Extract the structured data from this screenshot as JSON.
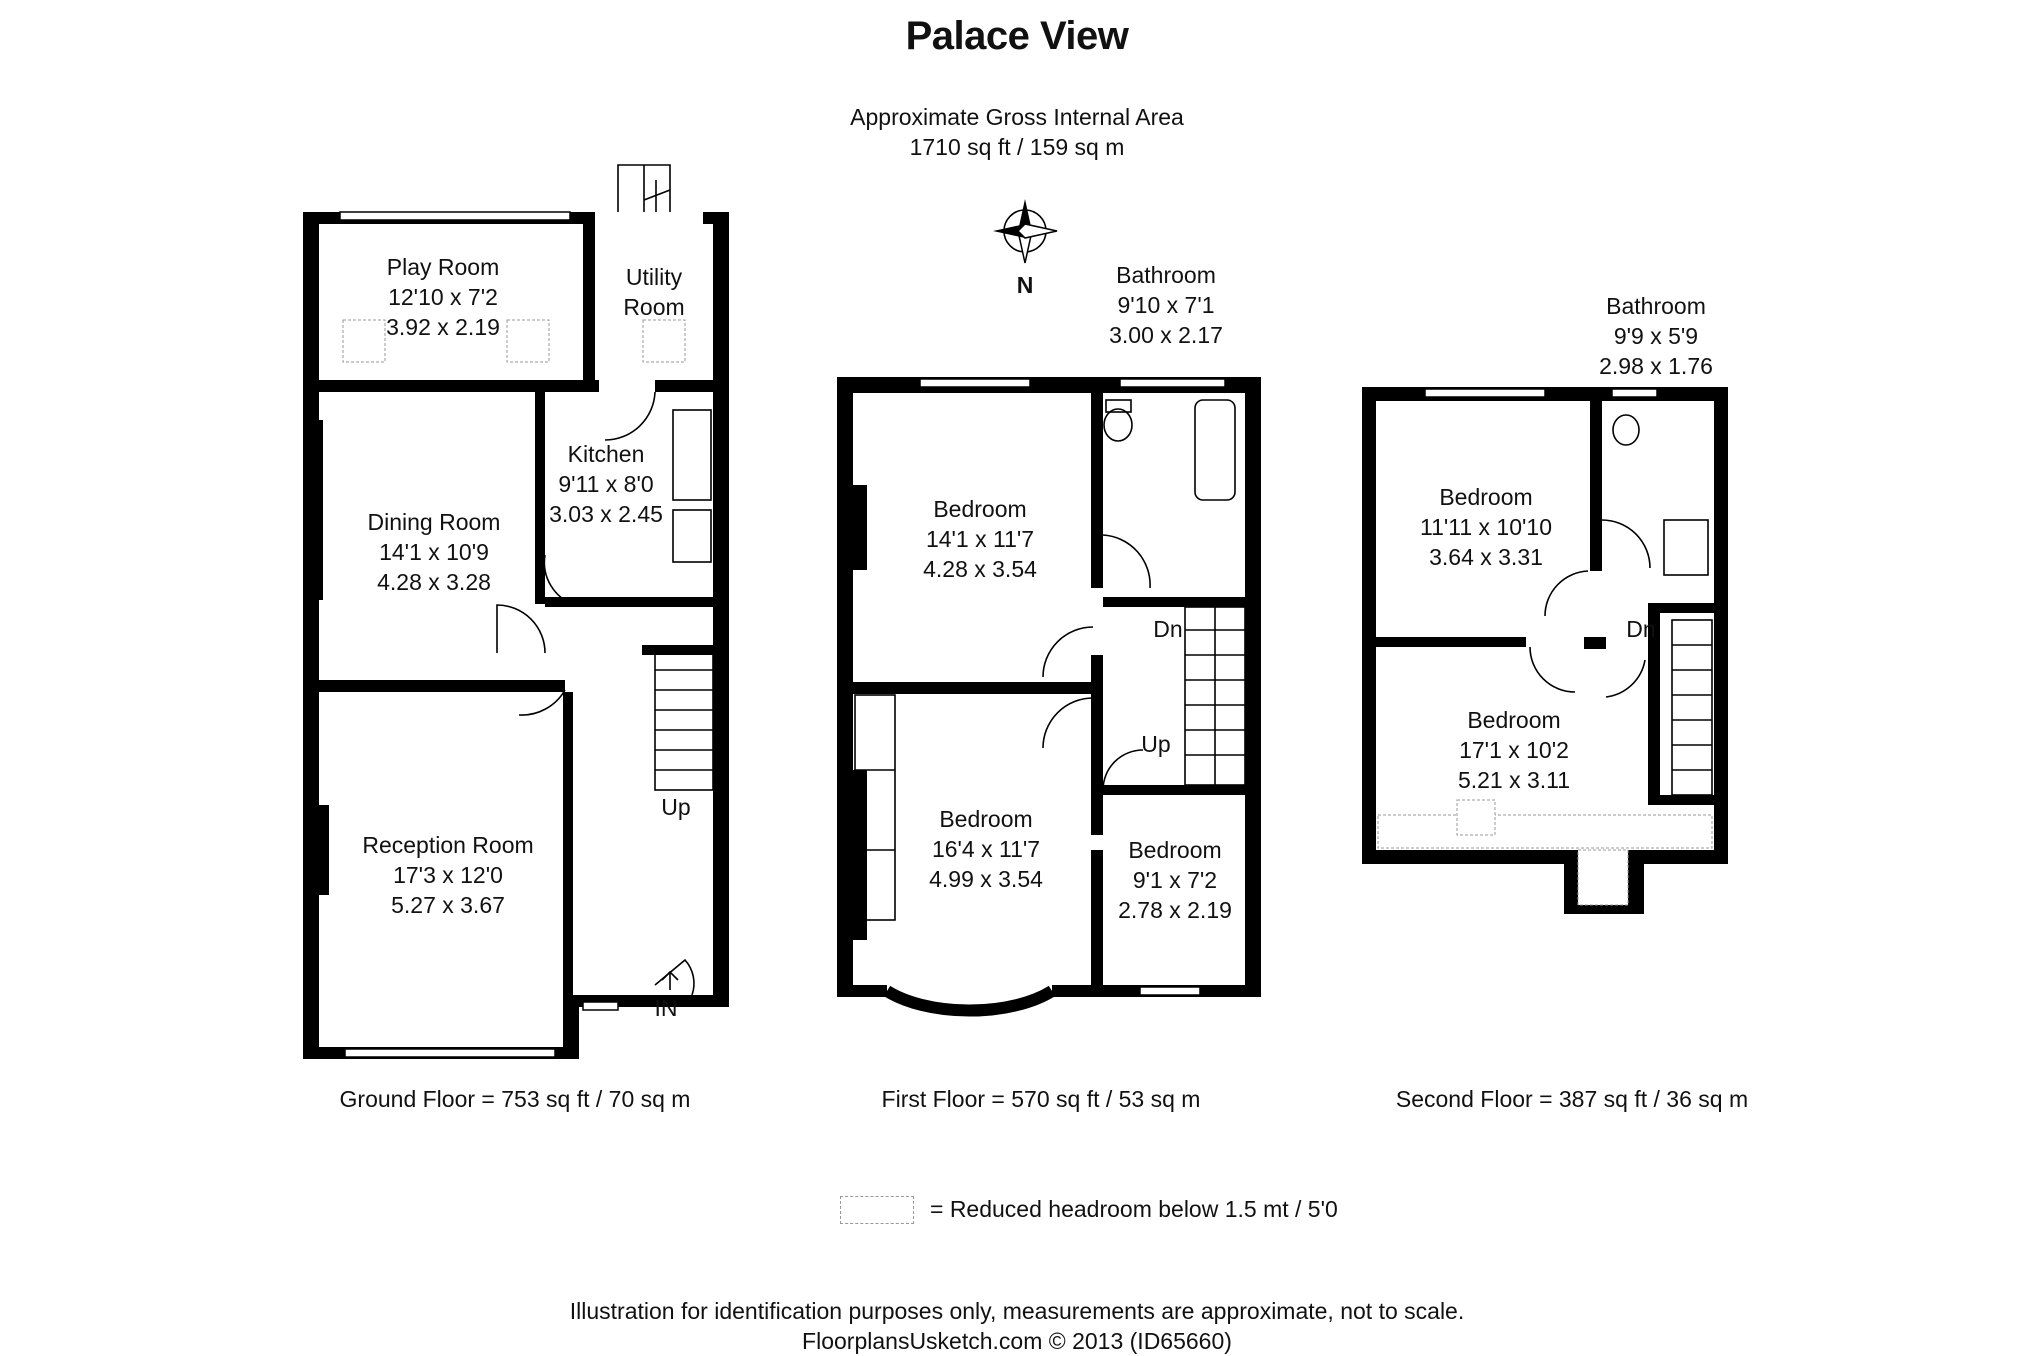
{
  "title": "Palace View",
  "gross_area": {
    "line1": "Approximate Gross Internal Area",
    "line2": "1710 sq ft / 159 sq m"
  },
  "compass": {
    "label": "N"
  },
  "floors": {
    "ground": {
      "label": "Ground Floor = 753 sq ft / 70 sq m",
      "rooms": {
        "play": {
          "name": "Play Room",
          "imperial": "12'10 x 7'2",
          "metric": "3.92 x 2.19"
        },
        "utility": {
          "name_line1": "Utility",
          "name_line2": "Room"
        },
        "dining": {
          "name": "Dining Room",
          "imperial": "14'1 x 10'9",
          "metric": "4.28 x 3.28"
        },
        "kitchen": {
          "name": "Kitchen",
          "imperial": "9'11 x 8'0",
          "metric": "3.03 x 2.45"
        },
        "reception": {
          "name": "Reception Room",
          "imperial": "17'3 x 12'0",
          "metric": "5.27 x 3.67"
        }
      },
      "stairs_label": "Up",
      "entrance_label": "IN"
    },
    "first": {
      "label": "First Floor = 570 sq ft / 53 sq m",
      "rooms": {
        "bathroom": {
          "name": "Bathroom",
          "imperial": "9'10 x 7'1",
          "metric": "3.00 x 2.17"
        },
        "bedroom1": {
          "name": "Bedroom",
          "imperial": "14'1 x 11'7",
          "metric": "4.28 x 3.54"
        },
        "bedroom2": {
          "name": "Bedroom",
          "imperial": "16'4 x 11'7",
          "metric": "4.99 x 3.54"
        },
        "bedroom3": {
          "name": "Bedroom",
          "imperial": "9'1 x 7'2",
          "metric": "2.78 x 2.19"
        }
      },
      "stairs_down": "Dn",
      "stairs_up": "Up"
    },
    "second": {
      "label": "Second Floor = 387 sq ft / 36 sq m",
      "rooms": {
        "bathroom": {
          "name": "Bathroom",
          "imperial": "9'9 x 5'9",
          "metric": "2.98 x 1.76"
        },
        "bedroom1": {
          "name": "Bedroom",
          "imperial": "11'11 x 10'10",
          "metric": "3.64 x 3.31"
        },
        "bedroom2": {
          "name": "Bedroom",
          "imperial": "17'1 x 10'2",
          "metric": "5.21 x 3.11"
        }
      },
      "stairs_down": "Dn"
    }
  },
  "legend": {
    "text": "=  Reduced headroom below 1.5 mt / 5'0"
  },
  "disclaimer": {
    "line1": "Illustration for identification purposes only, measurements are approximate, not to scale.",
    "line2": "FloorplansUsketch.com © 2013 (ID65660)"
  }
}
